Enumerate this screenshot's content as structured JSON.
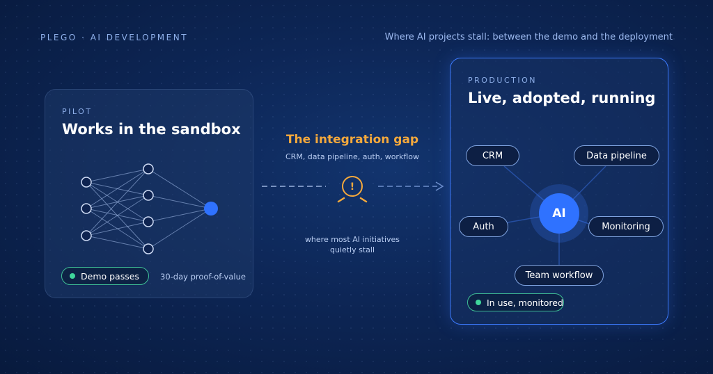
{
  "header": {
    "brand": "PLEGO · AI DEVELOPMENT",
    "headline": "Where AI projects stall: between the demo and the deployment"
  },
  "pilot": {
    "eyebrow": "PILOT",
    "title": "Works in the sandbox",
    "badge": "Demo passes",
    "note": "30-day proof-of-value"
  },
  "gap": {
    "title": "The integration gap",
    "subtitle": "CRM, data pipeline, auth, workflow",
    "note_line1": "where most AI initiatives",
    "note_line2": "quietly stall",
    "icon_glyph": "!"
  },
  "production": {
    "eyebrow": "PRODUCTION",
    "title": "Live, adopted, running",
    "hub": "AI",
    "nodes": {
      "crm": "CRM",
      "data_pipeline": "Data pipeline",
      "auth": "Auth",
      "monitoring": "Monitoring",
      "team_workflow": "Team workflow"
    },
    "badge": "In use, monitored"
  },
  "colors": {
    "accent_blue": "#2f72ff",
    "gap_orange": "#f5a93c",
    "status_green": "#3fd69b",
    "border_green": "#3fbf96"
  }
}
